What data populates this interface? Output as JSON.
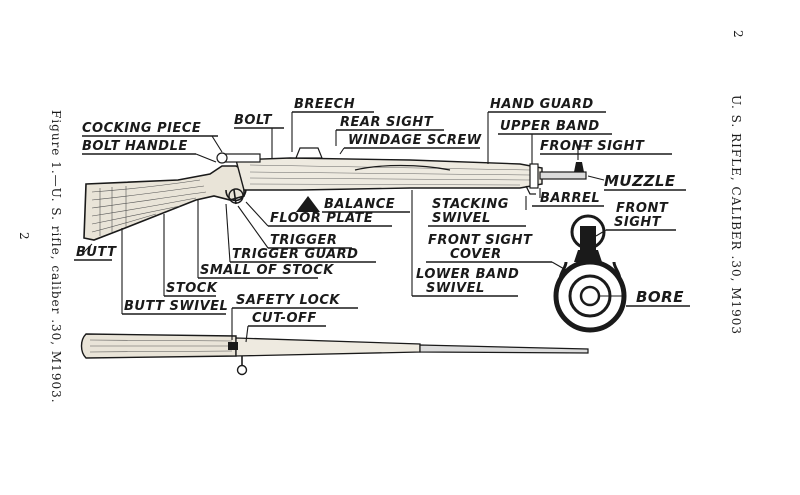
{
  "page": {
    "running_head": "U. S. RIFLE, CALIBER .30, M1903",
    "caption": "Figure 1.—U. S. rifle, caliber .30, M1903.",
    "page_number_right": "2",
    "page_number_left": "2"
  },
  "labels": {
    "cocking_piece": "COCKING PIECE",
    "bolt_handle": "BOLT HANDLE",
    "bolt": "BOLT",
    "breech": "BREECH",
    "rear_sight": "REAR SIGHT",
    "windage_screw": "WINDAGE SCREW",
    "hand_guard": "HAND GUARD",
    "upper_band": "UPPER BAND",
    "front_sight": "FRONT SIGHT",
    "muzzle": "MUZZLE",
    "balance": "BALANCE",
    "floor_plate": "FLOOR PLATE",
    "trigger": "TRIGGER",
    "trigger_guard": "TRIGGER GUARD",
    "small_of_stock": "SMALL OF STOCK",
    "stock": "STOCK",
    "butt": "BUTT",
    "butt_swivel": "BUTT SWIVEL",
    "stacking_swivel_1": "STACKING",
    "stacking_swivel_2": "SWIVEL",
    "barrel": "BARREL",
    "front_sight_inset_1": "FRONT",
    "front_sight_inset_2": "SIGHT",
    "front_sight_cover_1": "FRONT SIGHT",
    "front_sight_cover_2": "COVER",
    "lower_band_swivel_1": "LOWER BAND",
    "lower_band_swivel_2": "SWIVEL",
    "bore": "BORE",
    "safety_lock": "SAFETY LOCK",
    "cut_off": "CUT-OFF"
  }
}
